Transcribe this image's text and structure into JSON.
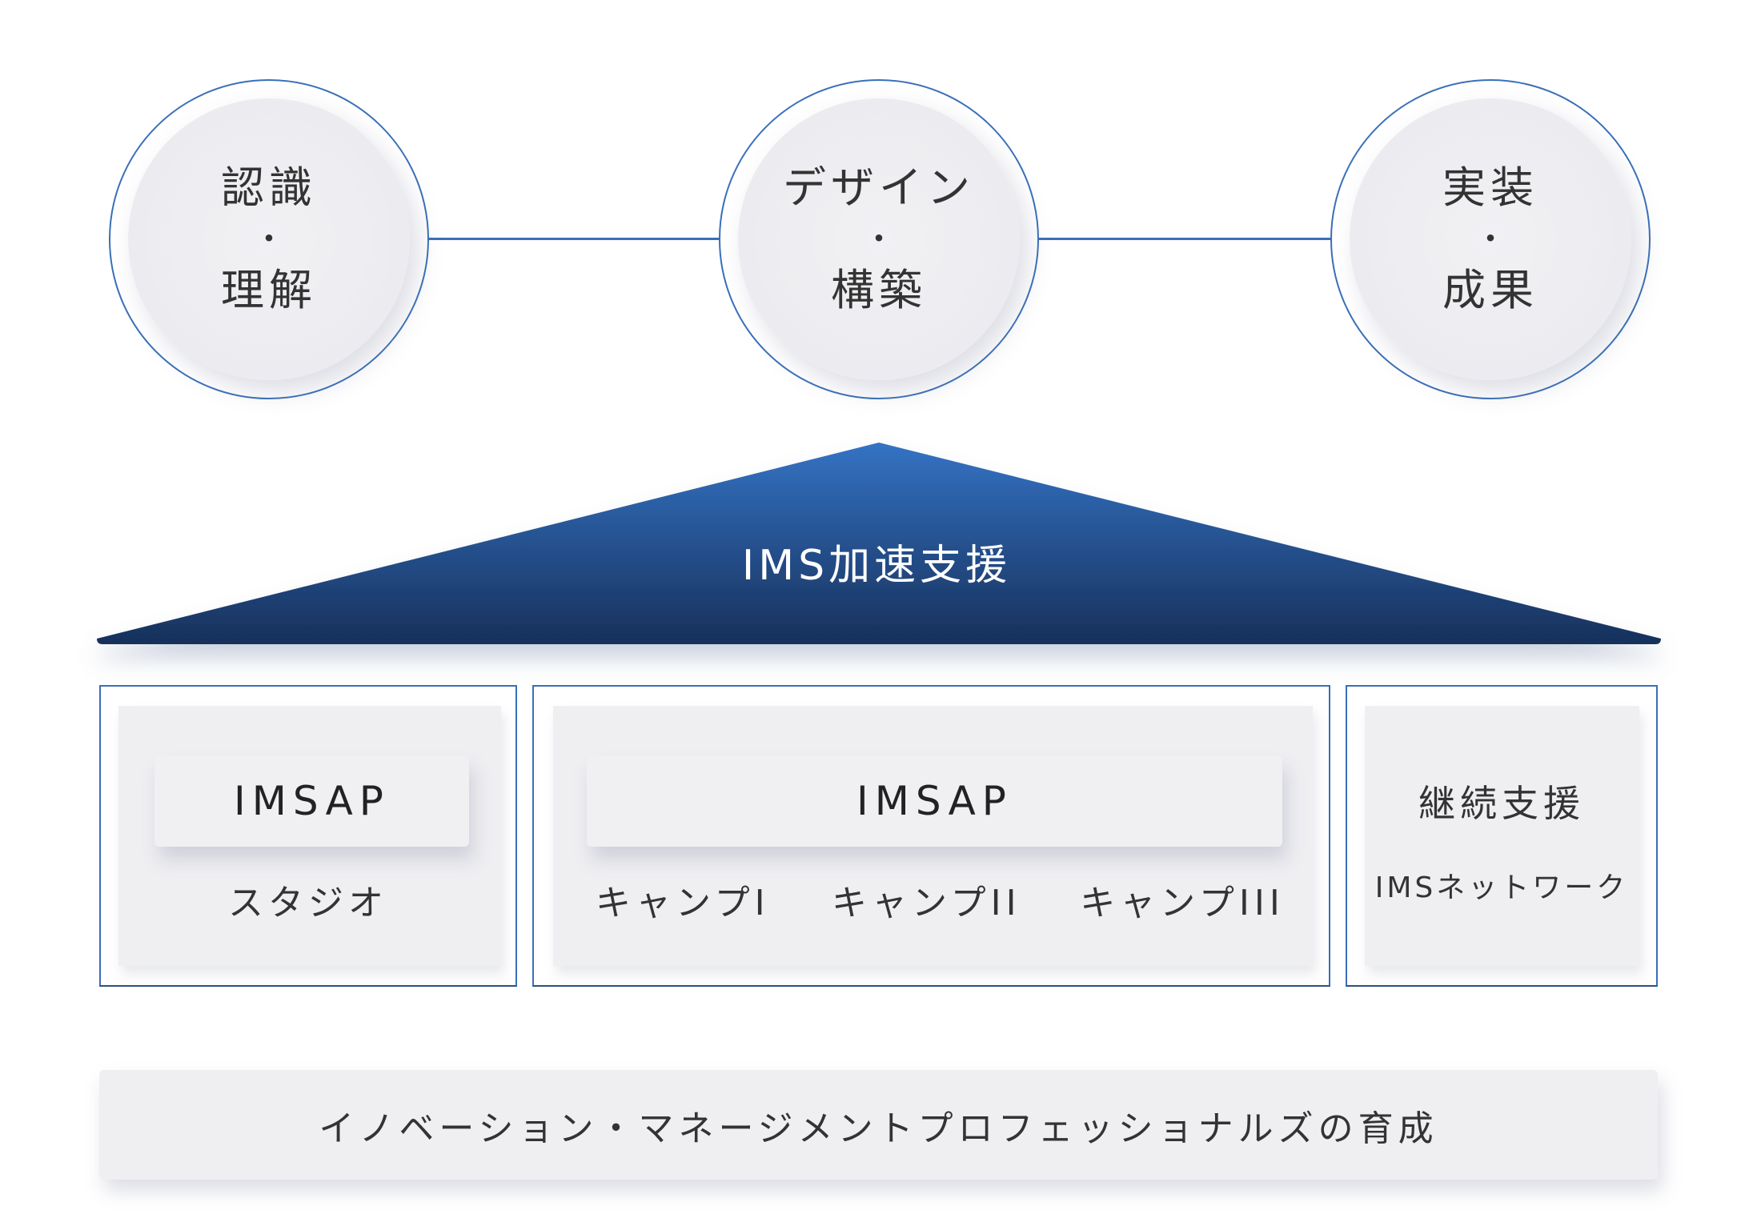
{
  "stages": [
    {
      "top": "認識",
      "sep": "・",
      "bottom": "理解"
    },
    {
      "top": "デザイン",
      "sep": "・",
      "bottom": "構築"
    },
    {
      "top": "実装",
      "sep": "・",
      "bottom": "成果"
    }
  ],
  "pyramid": {
    "label": "IMS加速支援"
  },
  "programs": [
    {
      "title": "IMSAP",
      "items": [
        "スタジオ"
      ]
    },
    {
      "title": "IMSAP",
      "items": [
        "キャンプI",
        "キャンプII",
        "キャンプIII"
      ]
    },
    {
      "title": "継続支援",
      "items": [
        "IMSネットワーク"
      ]
    }
  ],
  "foundation": {
    "label": "イノベーション・マネージメントプロフェッショナルズの育成"
  },
  "colors": {
    "accent": "#3a6fb8",
    "pyramid_top": "#3473c4",
    "pyramid_bottom": "#17305a"
  }
}
